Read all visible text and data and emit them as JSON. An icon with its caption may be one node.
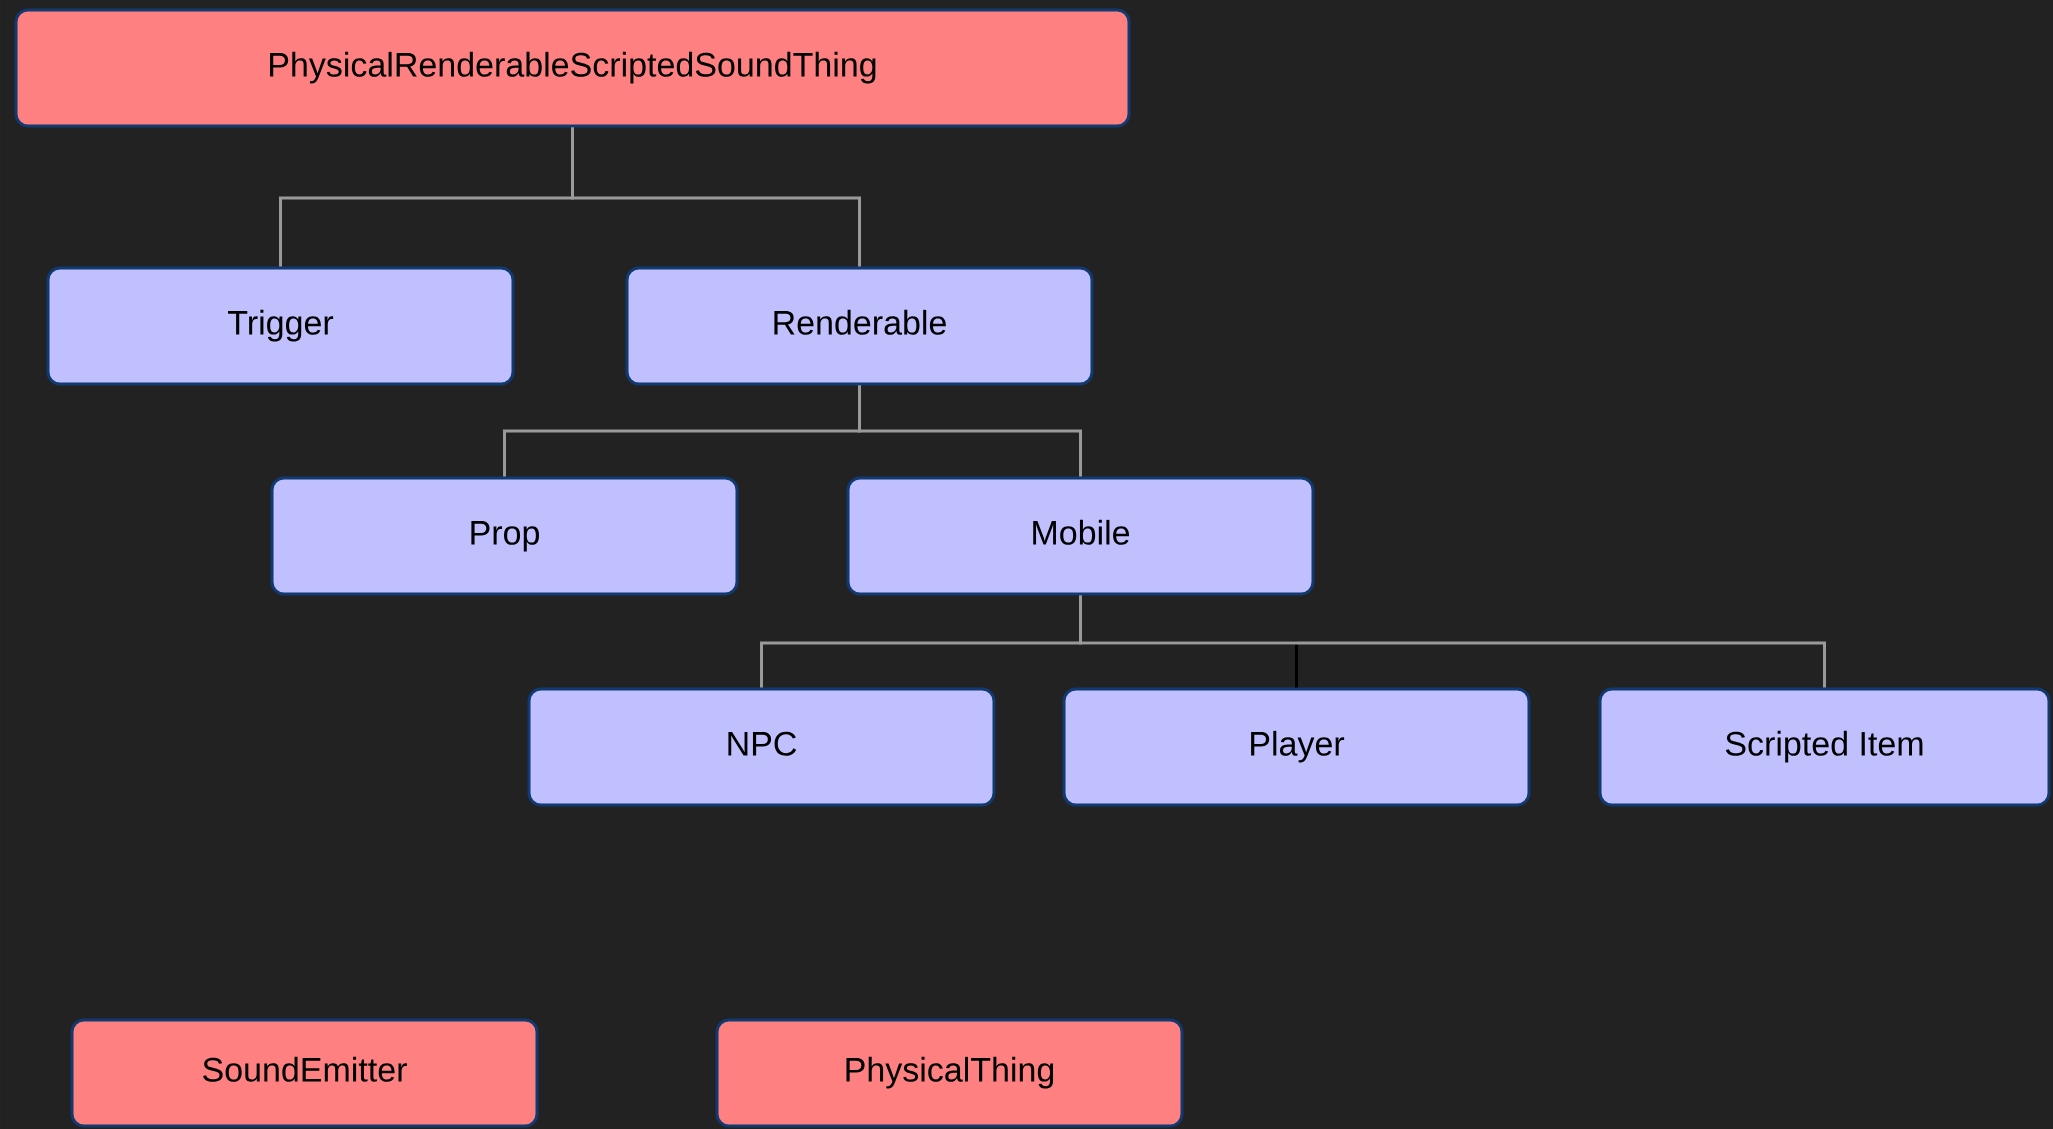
{
  "diagram": {
    "nodes": [
      {
        "text": [
          "PhysicalRenderableScriptedSoundThing"
        ]
      },
      {
        "text": [
          "Trigger"
        ]
      },
      {
        "text": [
          "Renderable"
        ]
      },
      {
        "text": [
          "Prop"
        ]
      },
      {
        "text": [
          "Mobile"
        ]
      },
      {
        "text": [
          "NPC"
        ]
      },
      {
        "text": [
          "Player"
        ]
      },
      {
        "text": [
          "Scripted Item"
        ]
      },
      {
        "text": [
          "SoundEmitter"
        ]
      },
      {
        "text": [
          "PhysicalThing"
        ]
      }
    ],
    "edges": [
      {
        "from": 0,
        "to": 1,
        "arrow": "none"
      },
      {
        "from": 0,
        "to": 2,
        "arrow": "none"
      },
      {
        "from": 2,
        "to": 3,
        "arrow": "none"
      },
      {
        "from": 2,
        "to": 4,
        "arrow": "none"
      },
      {
        "from": 4,
        "to": 5,
        "arrow": "none"
      },
      {
        "from": 4,
        "to": 6,
        "arrow": "none",
        "color": "#000000"
      },
      {
        "from": 4,
        "to": 7,
        "arrow": "none"
      }
    ]
  }
}
